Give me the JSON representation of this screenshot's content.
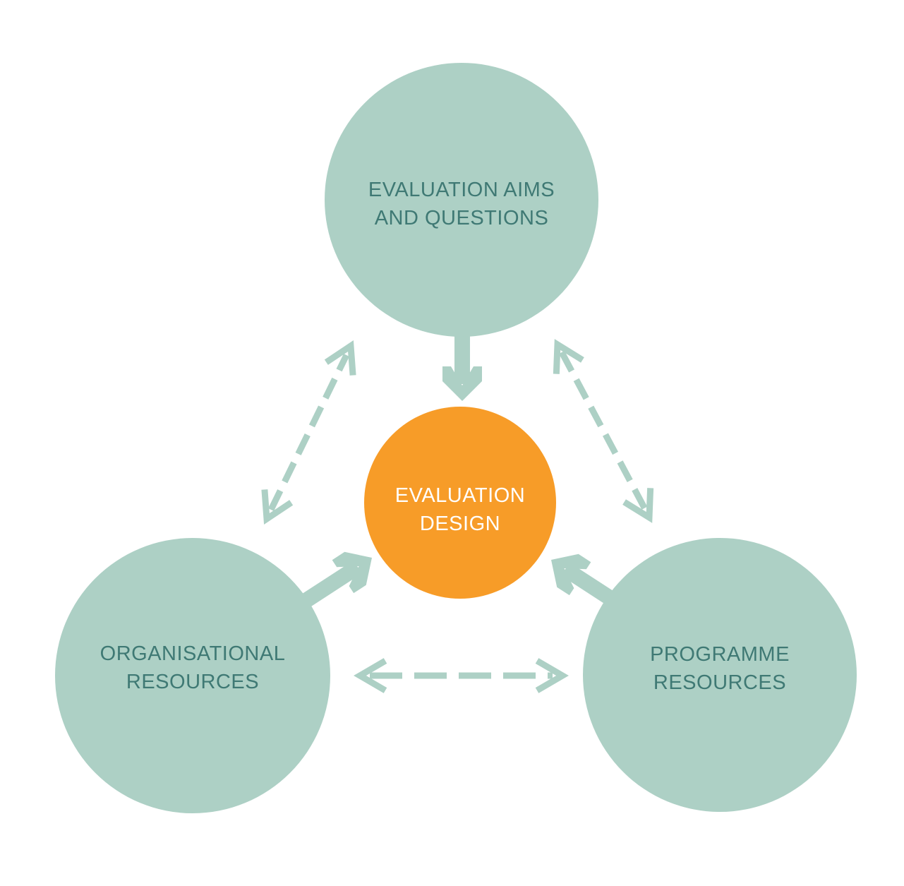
{
  "colors": {
    "background": "#FFFFFF",
    "circle_fill": "#ADD0C5",
    "center_circle_fill": "#F79C28",
    "circle_label": "#3F7974",
    "center_label": "#FFFFFF",
    "arrow": "#ADD0C5"
  },
  "nodes": {
    "top": {
      "id": "evaluation-aims-and-questions",
      "label": "EVALUATION AIMS\nAND QUESTIONS"
    },
    "center": {
      "id": "evaluation-design",
      "label": "EVALUATION\nDESIGN"
    },
    "bottom_left": {
      "id": "organisational-resources",
      "label": "ORGANISATIONAL\nRESOURCES"
    },
    "bottom_right": {
      "id": "programme-resources",
      "label": "PROGRAMME\nRESOURCES"
    }
  },
  "connections": [
    {
      "from": "evaluation-aims-and-questions",
      "to": "evaluation-design",
      "style": "solid-arrow",
      "direction": "one-way"
    },
    {
      "from": "organisational-resources",
      "to": "evaluation-design",
      "style": "solid-arrow",
      "direction": "one-way"
    },
    {
      "from": "programme-resources",
      "to": "evaluation-design",
      "style": "solid-arrow",
      "direction": "one-way"
    },
    {
      "from": "evaluation-aims-and-questions",
      "to": "organisational-resources",
      "style": "dashed-arrow",
      "direction": "two-way"
    },
    {
      "from": "evaluation-aims-and-questions",
      "to": "programme-resources",
      "style": "dashed-arrow",
      "direction": "two-way"
    },
    {
      "from": "organisational-resources",
      "to": "programme-resources",
      "style": "dashed-arrow",
      "direction": "two-way"
    }
  ]
}
